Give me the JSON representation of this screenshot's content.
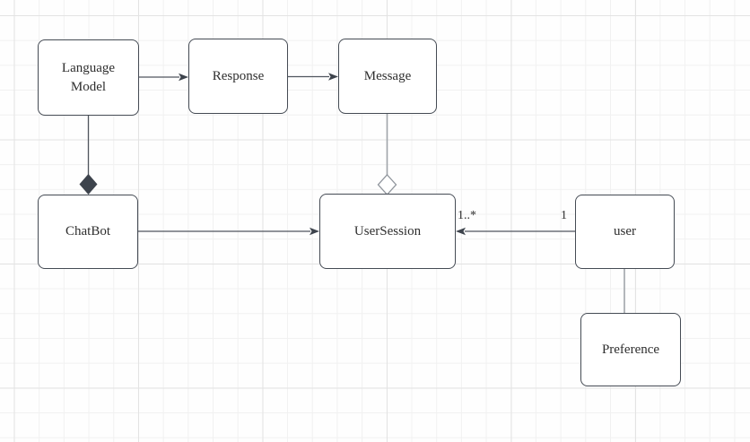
{
  "canvas": {
    "background_color": "#fefefe",
    "grid_minor_color": "#f1f1f1",
    "grid_major_color": "#e3e3e3"
  },
  "palette": {
    "node_border_color": "#454b54",
    "node_fill_color": "#ffffff",
    "text_color": "#2e2e2e",
    "edge_dark_color": "#50565e",
    "edge_gray_color": "#a0a5aa",
    "composition_diamond_fill": "#3d434c",
    "aggregation_diamond_fill": "#ffffff"
  },
  "nodes": {
    "language_model": {
      "label": "Language\nModel"
    },
    "response": {
      "label": "Response"
    },
    "message": {
      "label": "Message"
    },
    "chatbot": {
      "label": "ChatBot"
    },
    "user_session": {
      "label": "UserSession"
    },
    "user": {
      "label": "user"
    },
    "preference": {
      "label": "Preference"
    }
  },
  "edges": {
    "language_model_to_response": {
      "type": "arrow"
    },
    "response_to_message": {
      "type": "arrow"
    },
    "language_model_to_chatbot": {
      "type": "composition"
    },
    "message_to_user_session": {
      "type": "aggregation"
    },
    "chatbot_to_user_session": {
      "type": "arrow"
    },
    "user_to_user_session": {
      "type": "arrow",
      "target_multiplicity": "1..*",
      "source_multiplicity": "1"
    },
    "user_to_preference": {
      "type": "plain-line"
    }
  }
}
